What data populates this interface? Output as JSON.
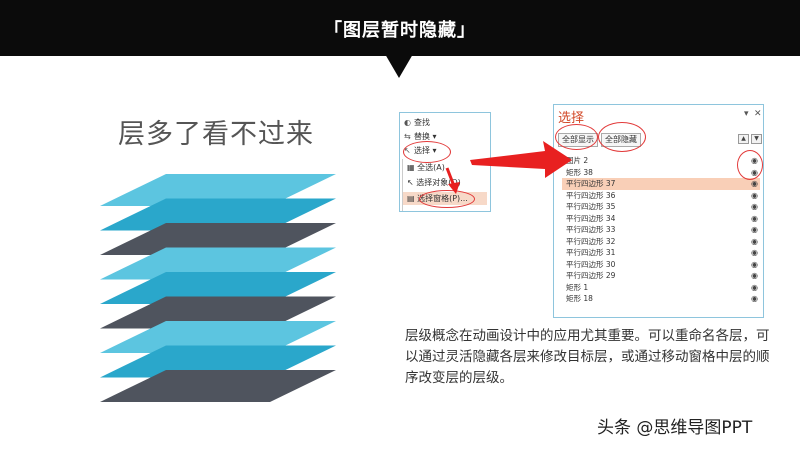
{
  "header": {
    "title": "「图层暂时隐藏」"
  },
  "subtitle": "层多了看不过来",
  "colors": {
    "light_blue": "#5cc5e0",
    "mid_blue": "#2aa7cb",
    "dark_gray": "#4f545e",
    "accent_red": "#e82020"
  },
  "small_panel": {
    "find": "查找",
    "replace": "替换",
    "select": "选择",
    "select_all": "全选(A)",
    "select_objects": "选择对象(O)",
    "selection_pane": "选择窗格(P)..."
  },
  "selection_pane": {
    "title": "选择",
    "show_all": "全部显示",
    "hide_all": "全部隐藏",
    "items": [
      "图片 2",
      "矩形 38",
      "平行四边形 37",
      "平行四边形 36",
      "平行四边形 35",
      "平行四边形 34",
      "平行四边形 33",
      "平行四边形 32",
      "平行四边形 31",
      "平行四边形 30",
      "平行四边形 29",
      "矩形 1",
      "矩形 18"
    ]
  },
  "description": "层级概念在动画设计中的应用尤其重要。可以重命名各层，可以通过灵活隐藏各层来修改目标层，或通过移动窗格中层的顺序改变层的层级。",
  "watermark": "头条 @思维导图PPT"
}
